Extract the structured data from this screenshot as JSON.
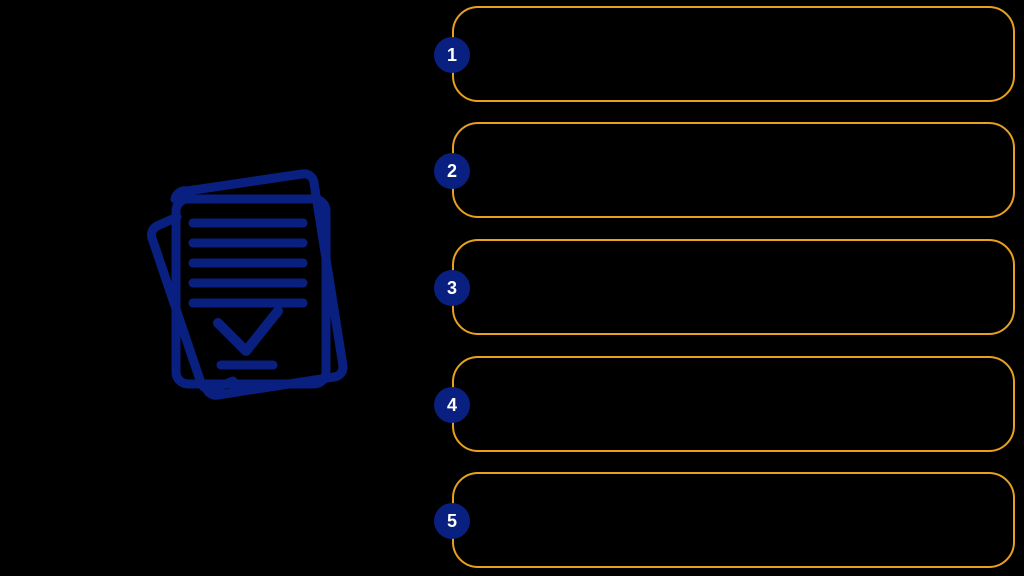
{
  "slide": {
    "background_color": "#000000",
    "title": "",
    "subtitle": ""
  },
  "theme": {
    "accent_outline_color": "#E8A01E",
    "badge_fill_color": "#0A2080",
    "badge_text_color": "#FFFFFF",
    "illustration_color": "#0A2080"
  },
  "illustration": {
    "name": "stacked-documents-with-checkmark-icon",
    "color": "#0A2080",
    "parts": {
      "back_sheet_left": "rotated-page-outline",
      "back_sheet_right": "rotated-page-outline",
      "front_sheet": "page-outline",
      "text_line_count": 5,
      "check_mark": "check-glyph",
      "underline": "short-horizontal-rule"
    }
  },
  "steps": [
    {
      "number": "1",
      "text": ""
    },
    {
      "number": "2",
      "text": ""
    },
    {
      "number": "3",
      "text": ""
    },
    {
      "number": "4",
      "text": ""
    },
    {
      "number": "5",
      "text": ""
    }
  ]
}
